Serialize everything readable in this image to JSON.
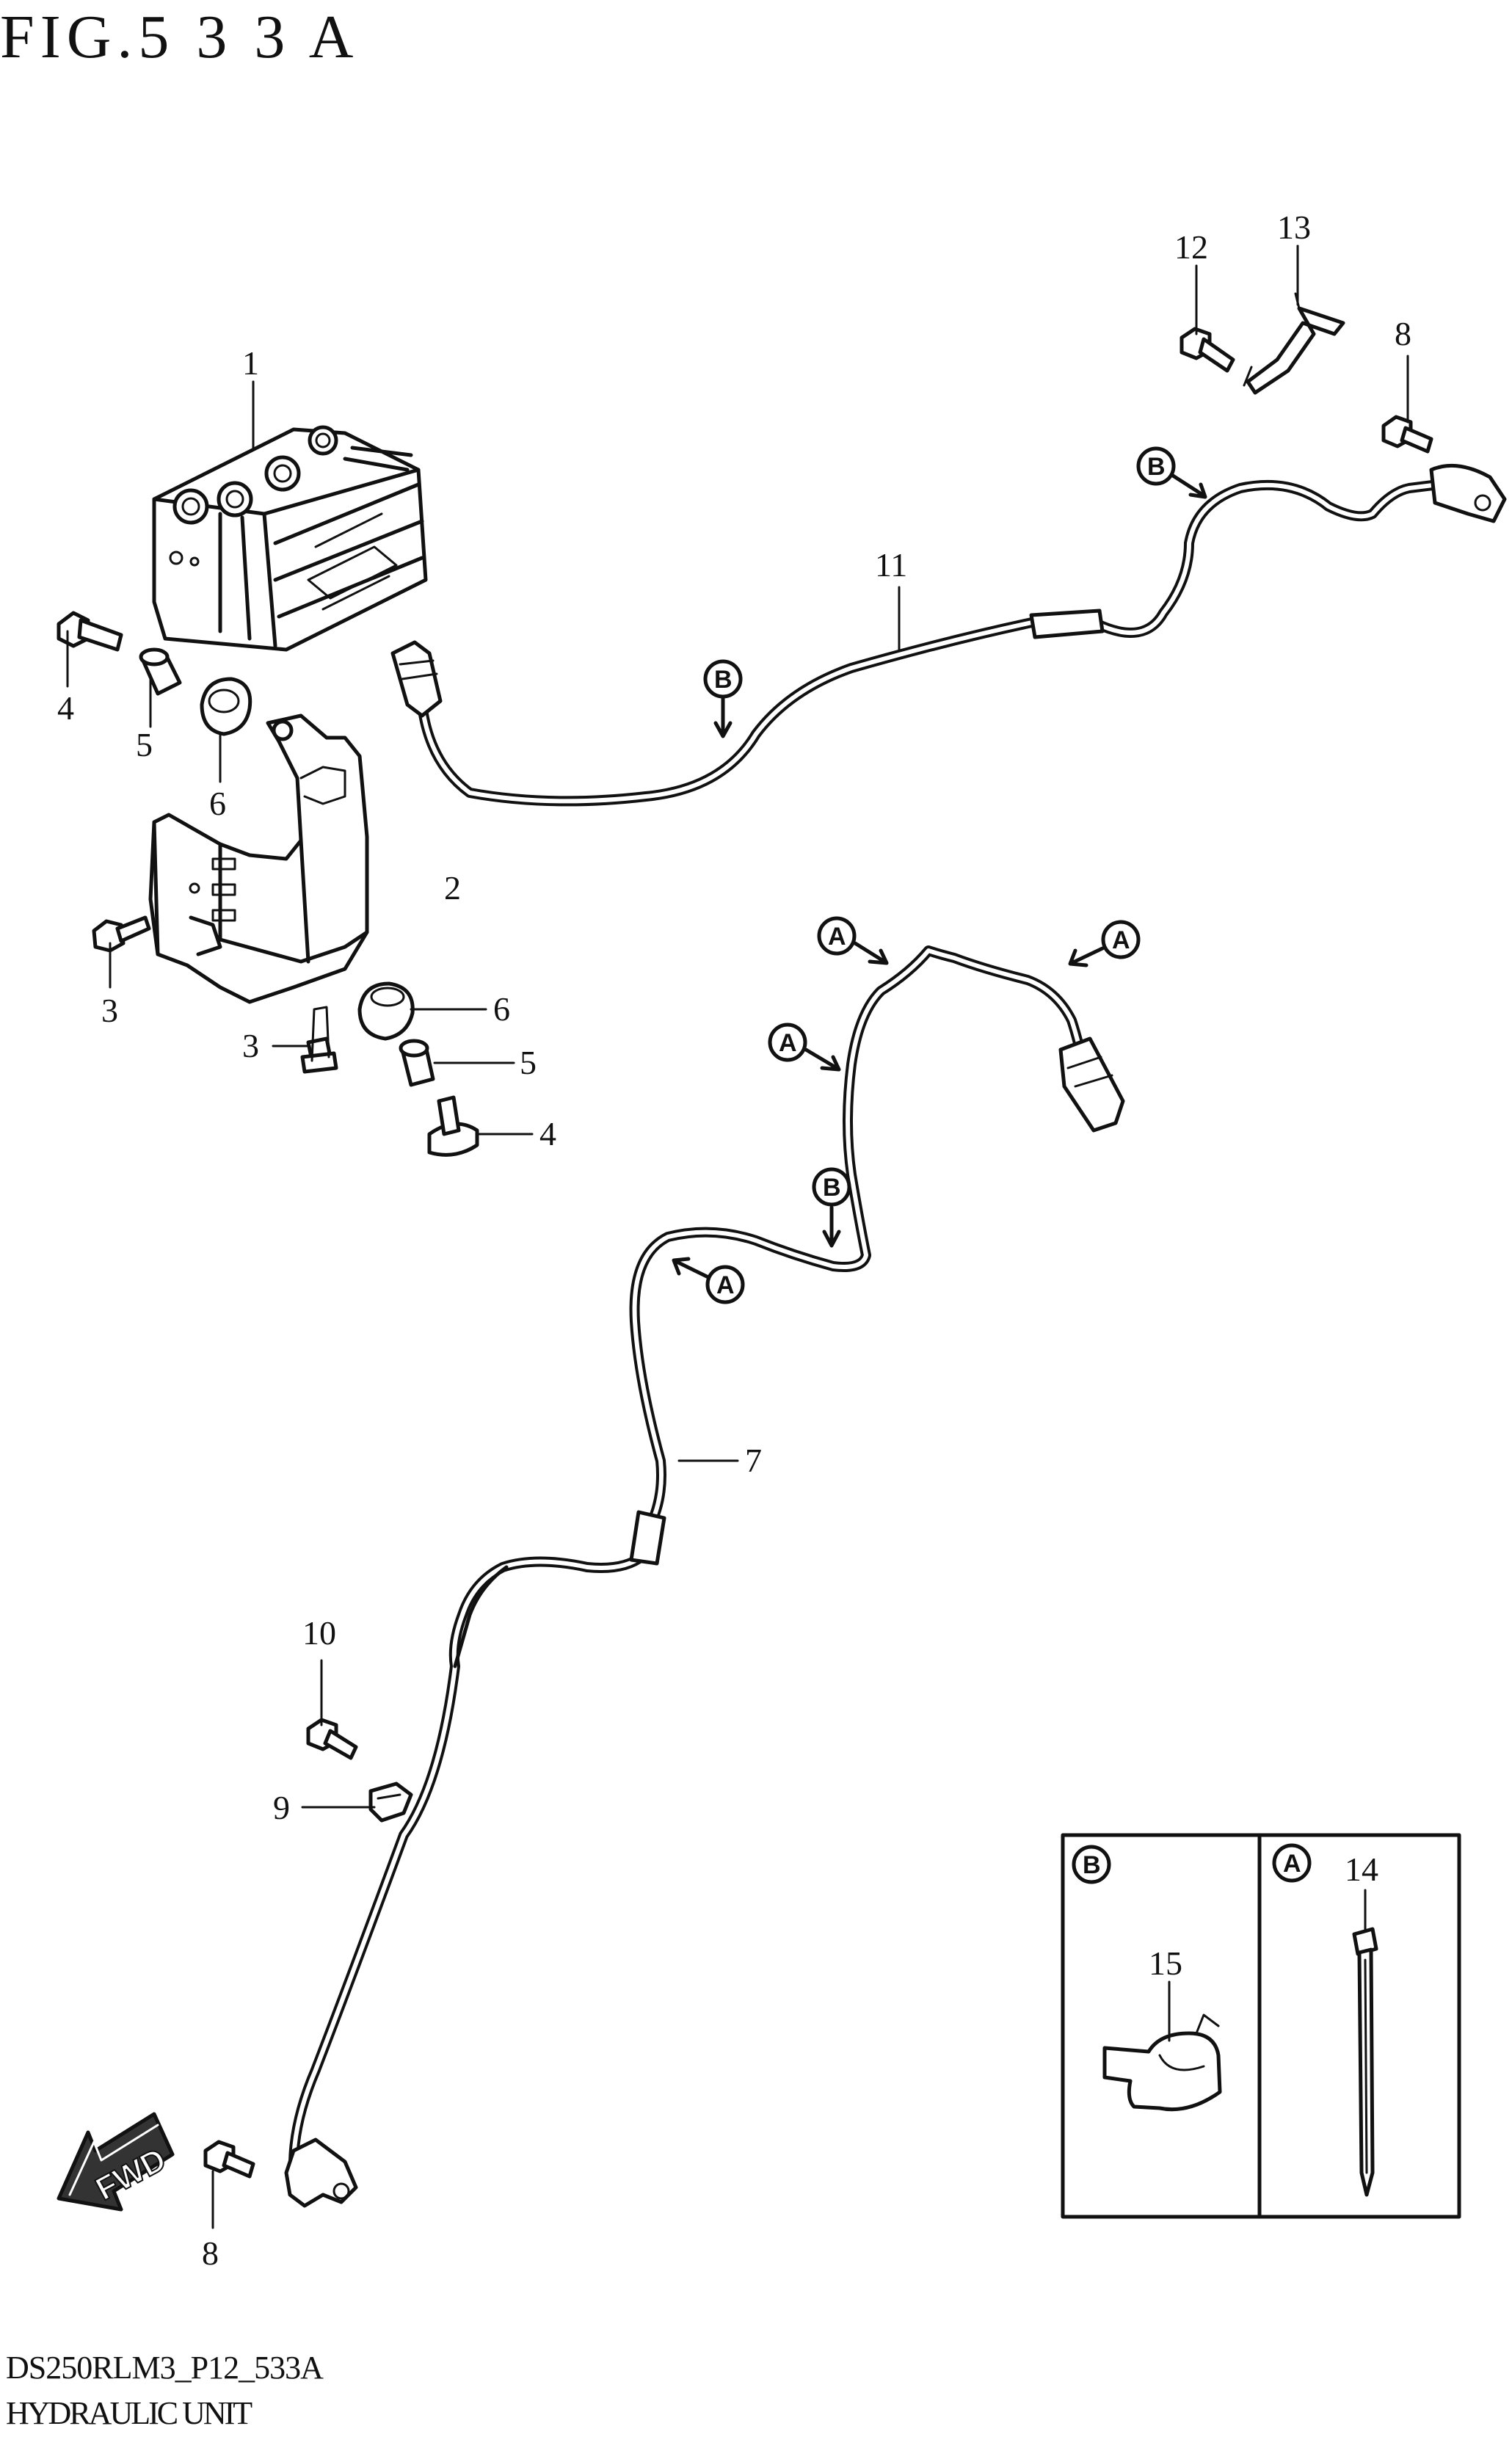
{
  "figure": {
    "title": "FIG.5 3 3 A",
    "code": "DS250RLM3_P12_533A",
    "name": "HYDRAULIC UNIT"
  },
  "callouts": {
    "c1": "1",
    "c2": "2",
    "c3a": "3",
    "c3b": "3",
    "c4a": "4",
    "c4b": "4",
    "c5a": "5",
    "c5b": "5",
    "c6a": "6",
    "c6b": "6",
    "c7": "7",
    "c8a": "8",
    "c8b": "8",
    "c9": "9",
    "c10": "10",
    "c11": "11",
    "c12": "12",
    "c13": "13",
    "c14": "14",
    "c15": "15"
  },
  "references": {
    "A": "A",
    "B": "B"
  },
  "fwd_label": "FWD"
}
